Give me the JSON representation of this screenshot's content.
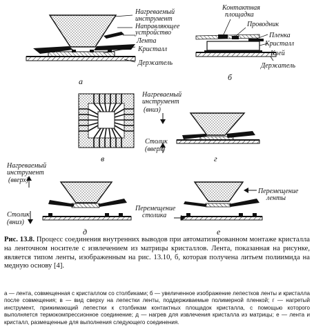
{
  "panels": {
    "a": {
      "letter": "а",
      "labels": [
        "Нагреваемый",
        "инструмент",
        "Направляющее",
        "устройство",
        "Лента",
        "Кристалл",
        "Держатель"
      ]
    },
    "b": {
      "letter": "б",
      "labels": [
        "Контактная",
        "площадка",
        "Проводник",
        "Пленка",
        "Кристалл",
        "Клей",
        "Держатель"
      ]
    },
    "v": {
      "letter": "в"
    },
    "g": {
      "letter": "г",
      "labels": [
        "Нагреваемый",
        "инструмент",
        "(вниз)",
        "Столик",
        "(вверх)"
      ]
    },
    "d": {
      "letter": "д",
      "labels": [
        "Нагреваемый",
        "инструмент",
        "(вверх)",
        "Столик",
        "(вниз)"
      ]
    },
    "e": {
      "letter": "е",
      "labels": [
        "Перемещение",
        "ленты",
        "Перемещение",
        "столика"
      ]
    }
  },
  "caption": {
    "ref": "Рис. 13.8.",
    "text": "Процесс соединения внутренних выводов при автоматизированном монтаже кристалла на ленточном носителе с извлечением из матрицы кристаллов. Лента, показанная на рисунке, является типом ленты, изображенным на рис. 13.10, б, которая получена литьем полиимида на медную основу [4]."
  },
  "legend": "а — лента, совмещенная с кристаллом со столбиками; б — увеличенное изображение лепестков ленты и кристалла после совмещения; в — вид сверху на лепестки ленты, поддерживаемые полимерной пленкой; г — нагретый инструмент, прижимающий лепестки к столбикам контактных площадок кристалла, с помощью которого выполняется термокомпрессионное соединение; д — нагрев для извлечения кристалла из матрицы; е — лента и кристалл, размещенные для выполнения следующего соединения."
}
